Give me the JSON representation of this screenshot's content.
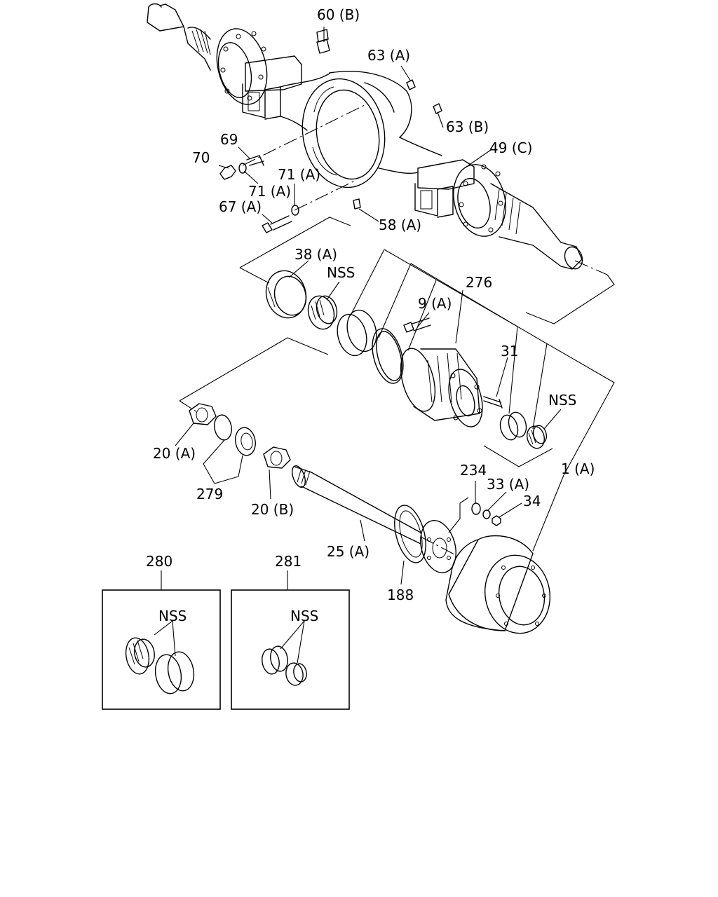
{
  "labels": {
    "l60b": "60 (B)",
    "l63a": "63 (A)",
    "l63b": "63 (B)",
    "l49c": "49 (C)",
    "l69": "69",
    "l70": "70",
    "l71a_1": "71 (A)",
    "l71a_2": "71 (A)",
    "l67a": "67 (A)",
    "l58a": "58 (A)",
    "l38a": "38 (A)",
    "lnss_1": "NSS",
    "l276": "276",
    "l9a": "9 (A)",
    "l31": "31",
    "lnss_2": "NSS",
    "l20a": "20 (A)",
    "l279": "279",
    "l20b": "20 (B)",
    "l234": "234",
    "l33a": "33 (A)",
    "l34": "34",
    "l1a": "1 (A)",
    "l25a": "25 (A)",
    "l188": "188",
    "l280": "280",
    "l281": "281",
    "lnss_3": "NSS",
    "lnss_4": "NSS"
  }
}
